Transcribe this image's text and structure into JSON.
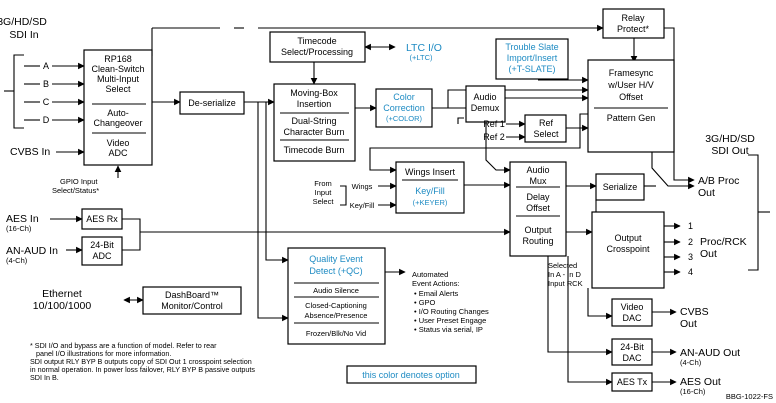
{
  "colors": {
    "option": "#1e8bc3",
    "line": "#000000",
    "background": "#ffffff"
  },
  "inputs": {
    "sdi_in": [
      "3G/HD/SD",
      "SDI In"
    ],
    "channels": [
      "A",
      "B",
      "C",
      "D"
    ],
    "cvbs_in": "CVBS In",
    "gpio": [
      "GPIO Input",
      "Select/Status*"
    ],
    "aes_in": "AES In",
    "aes_in_sub": "(16-Ch)",
    "an_aud_in": "AN-AUD In",
    "an_aud_in_sub": "(4-Ch)",
    "ethernet": [
      "Ethernet",
      "10/100/1000"
    ]
  },
  "blocks": {
    "rp168": [
      "RP168",
      "Clean-Switch",
      "Multi-Input",
      "Select"
    ],
    "auto_changeover": [
      "Auto-",
      "Changeover"
    ],
    "video_adc": [
      "Video",
      "ADC"
    ],
    "deserialize": "De-serialize",
    "timecode": [
      "Timecode",
      "Select/Processing"
    ],
    "ltc_io": "LTC I/O",
    "ltc_sub": "(+LTC)",
    "trouble_slate": [
      "Trouble Slate",
      "Import/Insert",
      "(+T-SLATE)"
    ],
    "relay_protect": [
      "Relay",
      "Protect*"
    ],
    "moving_box": [
      "Moving-Box",
      "Insertion"
    ],
    "dual_string": [
      "Dual-String",
      "Character Burn"
    ],
    "timecode_burn": "Timecode Burn",
    "color_correction": [
      "Color",
      "Correction",
      "(+COLOR)"
    ],
    "audio_demux": [
      "Audio",
      "Demux"
    ],
    "framesync": [
      "Framesync",
      "w/User H/V",
      "Offset"
    ],
    "pattern_gen": "Pattern Gen",
    "ref_labels": [
      "Ref 1",
      "Ref 2"
    ],
    "ref_select": [
      "Ref",
      "Select"
    ],
    "wings_insert": "Wings Insert",
    "key_fill": "Key/Fill",
    "keyer": "(+KEYER)",
    "wings_from": [
      "From",
      "Input",
      "Select"
    ],
    "wings_label": "Wings",
    "keyfill_label": "Key/Fill",
    "audio_mux": [
      "Audio",
      "Mux"
    ],
    "delay_offset": [
      "Delay",
      "Offset"
    ],
    "output_routing": [
      "Output",
      "Routing"
    ],
    "serialize": "Serialize",
    "aes_rx": "AES Rx",
    "adc_24": [
      "24-Bit",
      "ADC"
    ],
    "quality_event": [
      "Quality Event",
      "Detect (+QC)"
    ],
    "qc_items": [
      "Audio Silence",
      "Closed-Captioning",
      "Absence/Presence",
      "Frozen/Blk/No Vid"
    ],
    "dashboard": [
      "DashBoard™",
      "Monitor/Control"
    ],
    "output_crosspoint": [
      "Output",
      "Crosspoint"
    ],
    "crosspoint_outputs": [
      "1",
      "2",
      "3",
      "4"
    ],
    "selected_in": [
      "Selected",
      "In A - In D",
      "Input RCK"
    ],
    "video_dac": [
      "Video",
      "DAC"
    ],
    "dac_24": [
      "24-Bit",
      "DAC"
    ],
    "aes_tx": "AES Tx"
  },
  "events": {
    "title": [
      "Automated",
      "Event Actions:"
    ],
    "items": [
      "• Email Alerts",
      "• GPO",
      "• I/O Routing Changes",
      "• User Preset Engage",
      "• Status via serial, IP"
    ]
  },
  "outputs": {
    "sdi_out": [
      "3G/HD/SD",
      "SDI Out"
    ],
    "ab_proc": [
      "A/B Proc",
      "Out"
    ],
    "proc_rck": [
      "Proc/RCK",
      "Out"
    ],
    "cvbs_out": [
      "CVBS",
      "Out"
    ],
    "an_aud_out": "AN-AUD Out",
    "an_aud_out_sub": "(4-Ch)",
    "aes_out": "AES Out",
    "aes_out_sub": "(16-Ch)"
  },
  "footnote": [
    "* SDI I/O and bypass are a function of model. Refer to rear",
    "panel I/O illustrations for more information.",
    "SDI output RLY BYP B outputs copy of SDI Out 1 crosspoint selection",
    "in normal operation. In power loss failover, RLY BYP B passive outputs",
    "SDI In B."
  ],
  "legend": "this color denotes option",
  "figure_id": "BBG-1022-FS"
}
